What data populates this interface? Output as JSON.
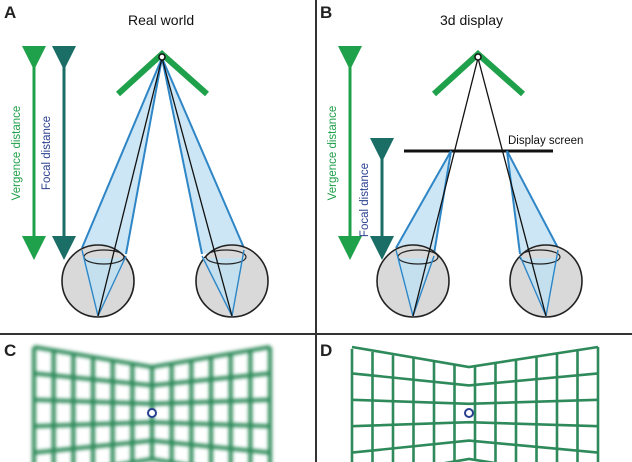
{
  "panels": {
    "a": {
      "letter": "A",
      "title": "Real world"
    },
    "b": {
      "letter": "B",
      "title": "3d display"
    },
    "c": {
      "letter": "C"
    },
    "d": {
      "letter": "D"
    }
  },
  "labels": {
    "vergence_distance": "Vergence distance",
    "focal_distance": "Focal distance",
    "display_screen": "Display screen"
  },
  "colors": {
    "green": "#1fa04a",
    "teal": "#1a6e66",
    "blue_label": "#2a3f8f",
    "ray_blue": "#2f86c6",
    "cone_fill": "#bfe0f2",
    "grid_green": "#2e8a5a",
    "eye_fill": "#d9d9d9",
    "divider": "#333333"
  },
  "icons": {
    "fixation_point": "fixation-circle-icon",
    "eyes": "eyeball-icon"
  }
}
